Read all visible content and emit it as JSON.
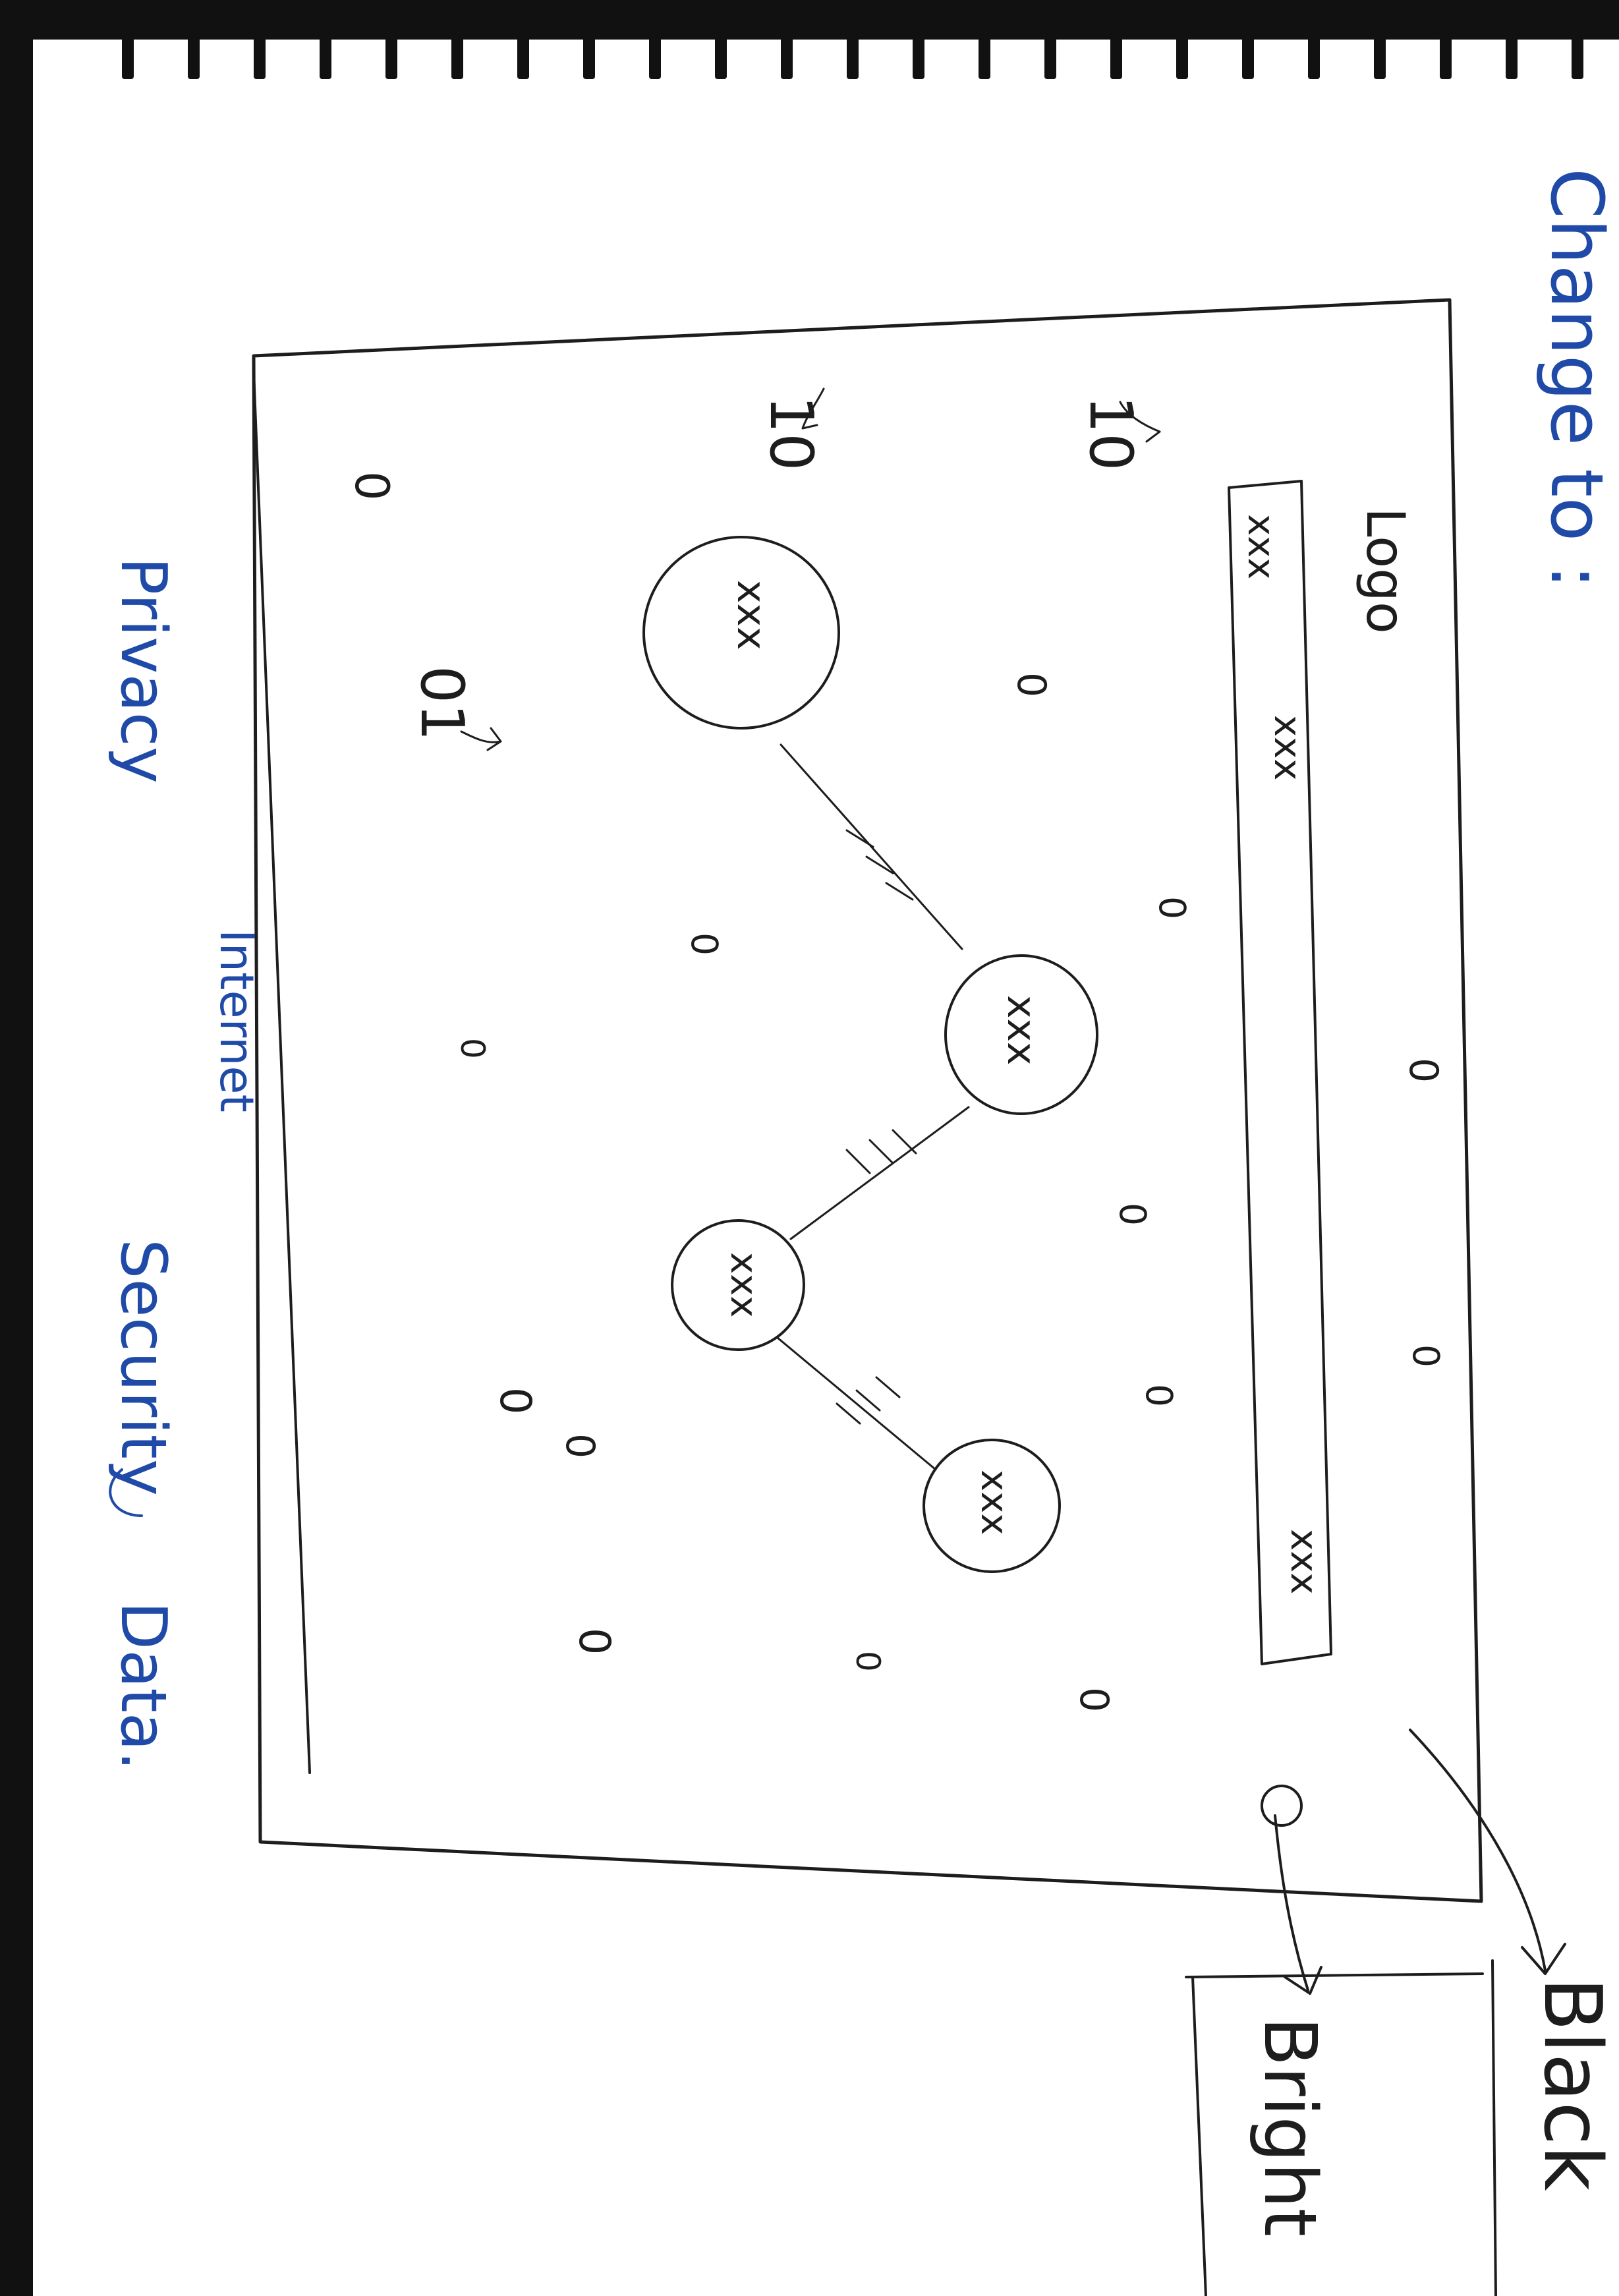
{
  "diagram": {
    "header_note": "Change to :",
    "logo_label": "Logo",
    "bar_labels": [
      "xxx",
      "xxx",
      "xxx"
    ],
    "node_labels": [
      "xxx",
      "xxx",
      "xxx",
      "xxx"
    ],
    "binary_labels": [
      "10",
      "10",
      "01"
    ],
    "zero_label": "0",
    "keywords": [
      "Privacy",
      "Internet",
      "Security",
      "Data."
    ],
    "side_labels": {
      "black": "Black",
      "bright": "Bright"
    }
  },
  "colors": {
    "paper": "#ffffff",
    "ink_black": "#1d1d1d",
    "ink_blue": "#1f4aa8",
    "binding": "#111111"
  }
}
